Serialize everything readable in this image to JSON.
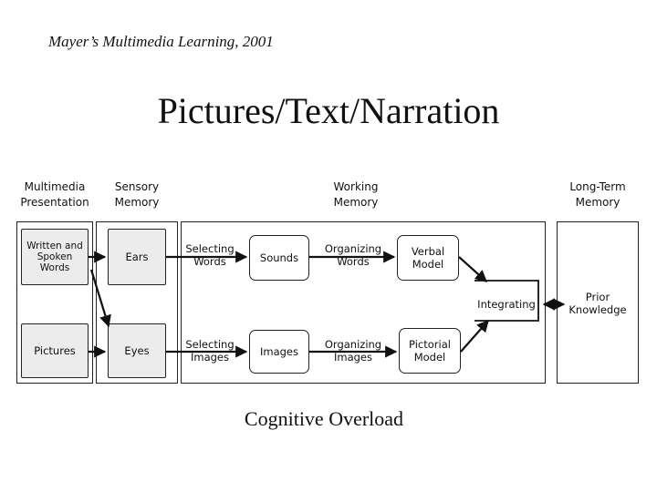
{
  "citation": "Mayer’s Multimedia Learning, 2001",
  "title": "Pictures/Text/Narration",
  "headers": {
    "multimedia": "Multimedia\nPresentation",
    "sensory": "Sensory\nMemory",
    "working": "Working\nMemory",
    "longterm": "Long-Term\nMemory"
  },
  "nodes": {
    "written_spoken": "Written and\nSpoken\nWords",
    "pictures": "Pictures",
    "ears": "Ears",
    "eyes": "Eyes",
    "selecting_words": "Selecting\nWords",
    "selecting_images": "Selecting\nImages",
    "sounds": "Sounds",
    "images": "Images",
    "organizing_words": "Organizing\nWords",
    "organizing_images": "Organizing\nImages",
    "verbal_model": "Verbal\nModel",
    "pictorial_model": "Pictorial\nModel",
    "integrating": "Integrating",
    "prior_knowledge": "Prior\nKnowledge"
  },
  "footer": "Cognitive Overload"
}
